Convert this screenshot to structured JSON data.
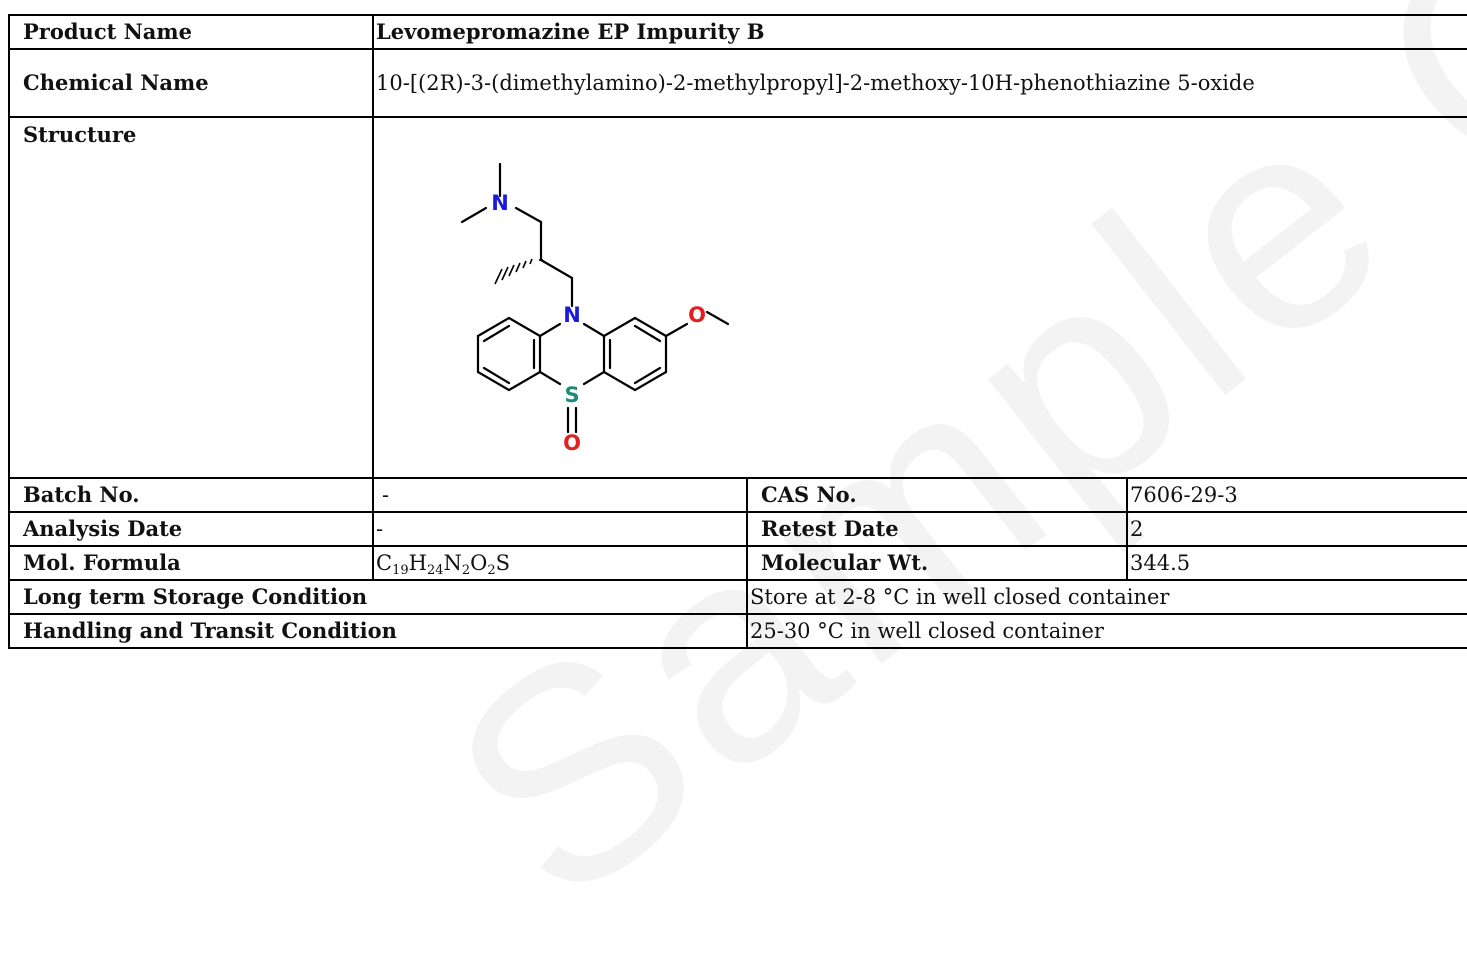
{
  "watermark_text": "Sample COA",
  "product": {
    "label": "Product Name",
    "value": "Levomepromazine EP Impurity B"
  },
  "chemical": {
    "label": "Chemical Name",
    "value": "10-[(2R)-3-(dimethylamino)-2-methylpropyl]-2-methoxy-10H-phenothiazine 5-oxide"
  },
  "structure": {
    "label": "Structure",
    "atoms": {
      "n_top": "N",
      "n_ring": "N",
      "o_methoxy": "O",
      "s_ring": "S",
      "o_sulfoxide": "O"
    },
    "colors": {
      "nitrogen": "#1a1adb",
      "oxygen": "#e02020",
      "sulfur": "#1f8a7a",
      "bond": "#000000"
    }
  },
  "batch": {
    "label": "Batch No.",
    "value": "-"
  },
  "cas": {
    "label": "CAS No.",
    "value": "7606-29-3"
  },
  "analysis": {
    "label": "Analysis Date",
    "value": "-"
  },
  "retest": {
    "label": "Retest Date",
    "value": "2"
  },
  "formula": {
    "label": "Mol. Formula",
    "parts": [
      {
        "el": "C",
        "n": "19"
      },
      {
        "el": "H",
        "n": "24"
      },
      {
        "el": "N",
        "n": "2"
      },
      {
        "el": "O",
        "n": "2"
      },
      {
        "el": "S",
        "n": ""
      }
    ]
  },
  "mw": {
    "label": "Molecular Wt.",
    "value": "344.5"
  },
  "storage": {
    "label": "Long term Storage Condition",
    "value": "Store at 2-8 °C in well closed container"
  },
  "handling": {
    "label": "Handling and Transit Condition",
    "value": "25-30 °C in well closed container"
  }
}
